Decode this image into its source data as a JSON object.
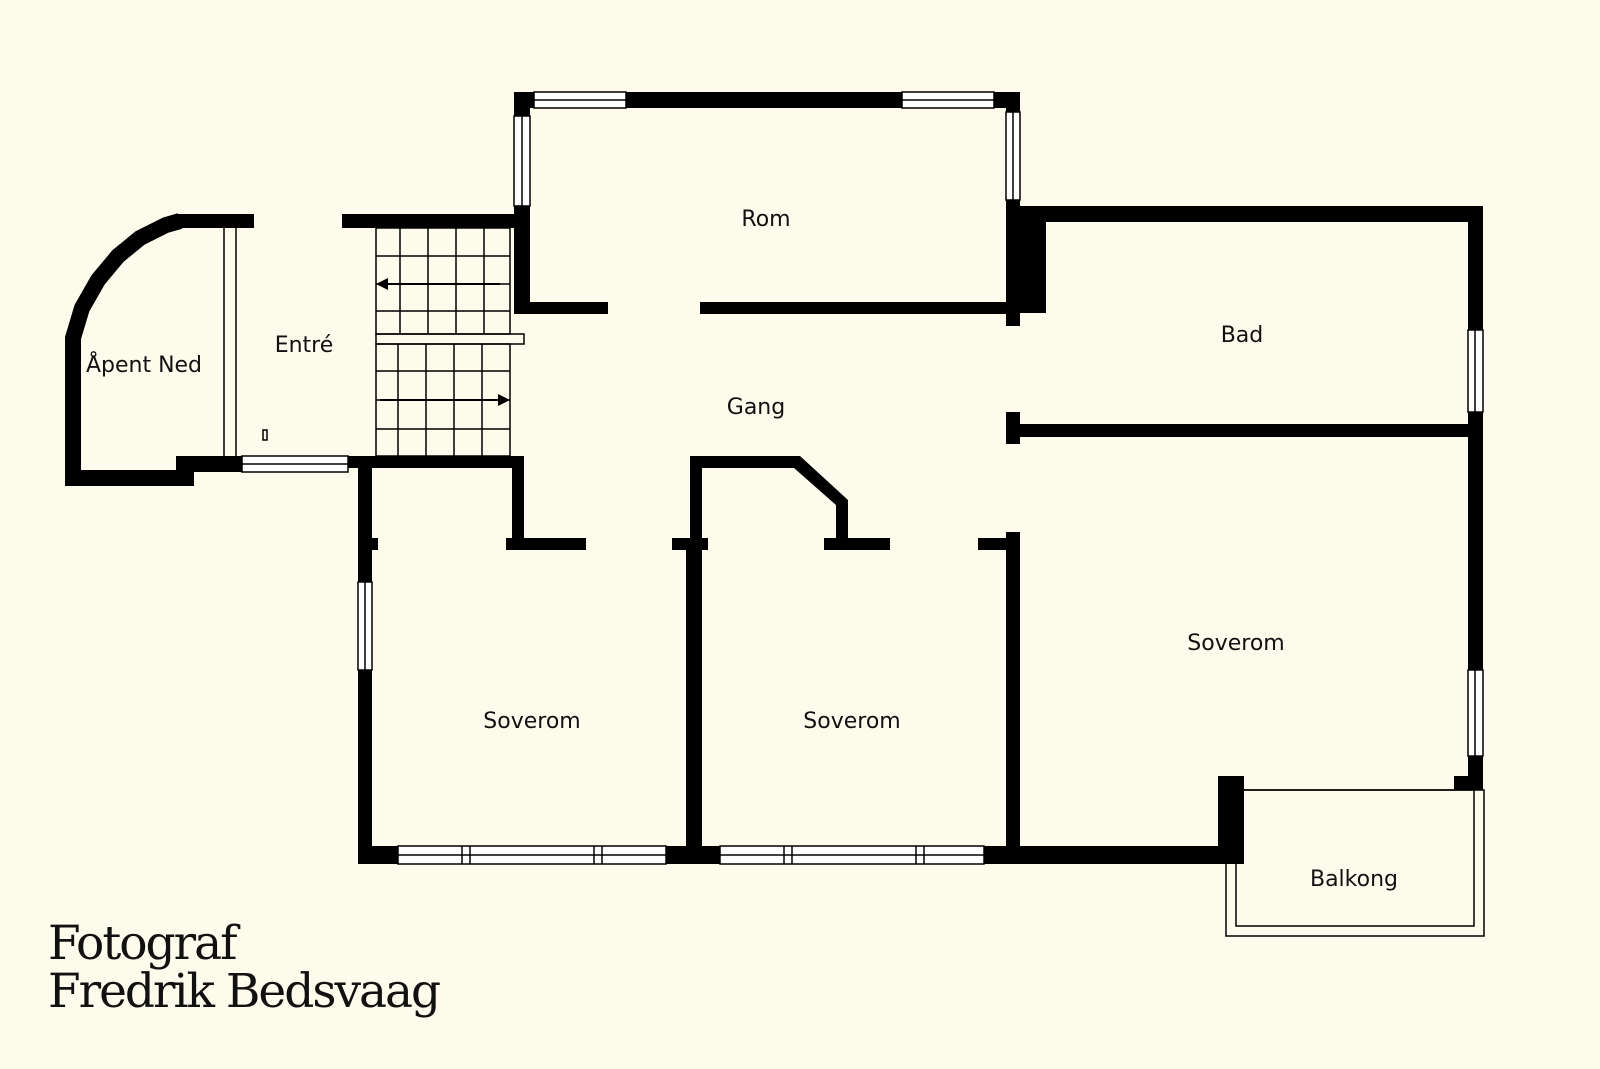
{
  "colors": {
    "background": "#fdfbec",
    "wall": "#000000",
    "window_fill": "#ffffff",
    "text": "#111111"
  },
  "rooms": {
    "rom": "Rom",
    "bad": "Bad",
    "entre": "Entré",
    "apent_ned": "Åpent Ned",
    "gang": "Gang",
    "soverom_left": "Soverom",
    "soverom_middle": "Soverom",
    "soverom_right": "Soverom",
    "balkong": "Balkong"
  },
  "branding": {
    "line1": "Fotograf",
    "line2": "Fredrik Bedsvaag"
  }
}
